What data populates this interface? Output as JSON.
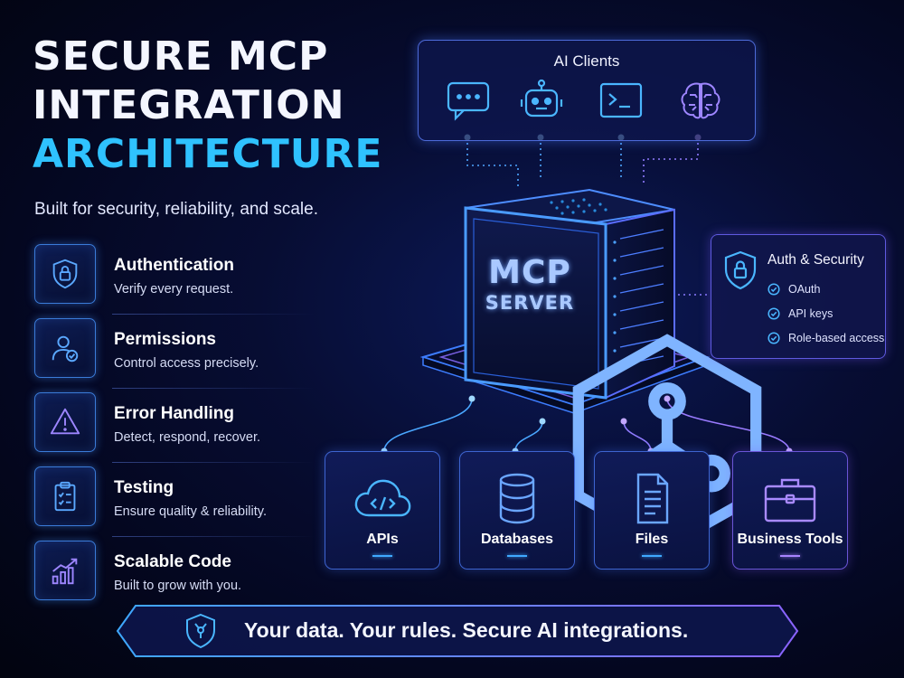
{
  "title": {
    "line1": "SECURE MCP",
    "line2": "INTEGRATION",
    "line3": "ARCHITECTURE",
    "subtitle": "Built for security, reliability, and scale."
  },
  "features": [
    {
      "title": "Authentication",
      "desc": "Verify every request.",
      "icon": "shield-lock-icon"
    },
    {
      "title": "Permissions",
      "desc": "Control access precisely.",
      "icon": "user-check-icon"
    },
    {
      "title": "Error Handling",
      "desc": "Detect, respond, recover.",
      "icon": "warning-icon"
    },
    {
      "title": "Testing",
      "desc": "Ensure quality & reliability.",
      "icon": "clipboard-check-icon"
    },
    {
      "title": "Scalable Code",
      "desc": "Built to grow with you.",
      "icon": "growth-chart-icon"
    }
  ],
  "clients": {
    "title": "AI Clients",
    "icons": [
      "chat-bubble-icon",
      "robot-icon",
      "terminal-icon",
      "brain-icon"
    ]
  },
  "server": {
    "line1": "MCP",
    "line2": "SERVER",
    "icon": "hex-node-icon"
  },
  "auth": {
    "title": "Auth & Security",
    "items": [
      "OAuth",
      "API keys",
      "Role-based access"
    ],
    "icon": "shield-lock-icon"
  },
  "resources": [
    {
      "label": "APIs",
      "icon": "cloud-code-icon"
    },
    {
      "label": "Databases",
      "icon": "database-icon"
    },
    {
      "label": "Files",
      "icon": "document-icon"
    },
    {
      "label": "Business Tools",
      "icon": "briefcase-icon"
    }
  ],
  "banner": {
    "text": "Your data. Your rules. Secure AI integrations.",
    "icon": "shield-node-icon"
  },
  "colors": {
    "accent_cyan": "#2fc2ff",
    "accent_blue": "#3a7bd8",
    "accent_purple": "#8a63ff",
    "background": "#050a2a"
  }
}
